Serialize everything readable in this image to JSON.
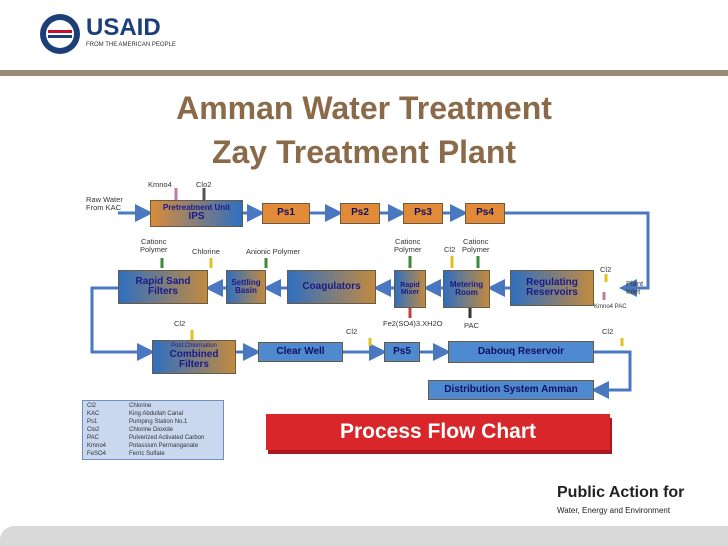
{
  "header": {
    "logo_text": "USAID",
    "logo_sub": "FROM THE AMERICAN PEOPLE",
    "title_line1": "Amman Water Treatment",
    "title_line2": "Zay Treatment Plant"
  },
  "diagram": {
    "inputs": {
      "raw_water": [
        "Raw Water",
        "From KAC"
      ],
      "kmno4_top": "Kmno4",
      "clo2_top": "Clo2",
      "cationic_polymer_left": [
        "Cationc",
        "Polymer"
      ],
      "chlorine": "Chlorine",
      "anionic_polymer": "Anionic Polymer",
      "cationic_polymer_mid": [
        "Cationc",
        "Polymer"
      ],
      "cl2_mid": "Cl2",
      "cationic_polymer_right": [
        "Cationc",
        "Polymer"
      ],
      "cl2_right": "Cl2",
      "plant_inlet": [
        "Plant",
        "Inlet"
      ],
      "kmno4_pac": "Kmno4 PAC",
      "fe2": "Fe2(SO4)3.XH2O",
      "pac": "PAC",
      "cl2_row3_left": "Cl2",
      "cl2_row3_mid": "Cl2",
      "cl2_row3_right": "Cl2"
    },
    "boxes": {
      "pretreatment": [
        "Pretreatment Unit",
        "IPS"
      ],
      "ps1": "Ps1",
      "ps2": "Ps2",
      "ps3": "Ps3",
      "ps4": "Ps4",
      "rapid_sand": [
        "Rapid Sand",
        "Filters"
      ],
      "settling": [
        "Settling",
        "Basin"
      ],
      "coagulators": "Coagulators",
      "rapid_mixer": [
        "Rapid",
        "Mixer"
      ],
      "metering": [
        "Metering",
        "Room"
      ],
      "regulating": [
        "Regulating",
        "Reservoirs"
      ],
      "combined": [
        "Post Chlorination",
        "Combined",
        "Filters"
      ],
      "clear_well": "Clear Well",
      "ps5": "Ps5",
      "dabouq": "Dabouq Reservoir",
      "distribution": "Distribution System Amman"
    },
    "legend": [
      {
        "abbr": "Cl2",
        "desc": "Chlorine"
      },
      {
        "abbr": "KAC",
        "desc": "King Abdullah Canal"
      },
      {
        "abbr": "Ps1",
        "desc": "Pumping Station No.1"
      },
      {
        "abbr": "Clo2",
        "desc": "Chlorine Dioxide"
      },
      {
        "abbr": "PAC",
        "desc": "Pulverized Activated Carbon"
      },
      {
        "abbr": "Kmno4",
        "desc": "Potassium Permanganate"
      },
      {
        "abbr": "FeSO4",
        "desc": "Ferric Sulfate"
      }
    ],
    "banner": "Process Flow Chart"
  },
  "footer": {
    "line1": "Public Action for",
    "line2": "Water, Energy and Environment"
  },
  "colors": {
    "title": "#8a6a48",
    "arrow_blue": "#4a78c0",
    "banner_red": "#d8262a"
  }
}
